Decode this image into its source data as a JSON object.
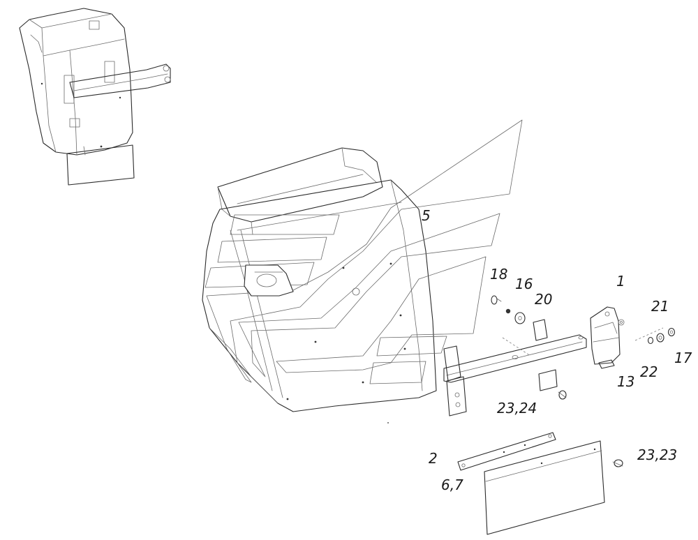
{
  "callouts": {
    "c1": "1",
    "c2": "2",
    "c5": "5",
    "c6_7": "6,7",
    "c13": "13",
    "c16": "16",
    "c17": "17",
    "c18": "18",
    "c20": "20",
    "c21": "21",
    "c22": "22",
    "c23_24": "23,24",
    "c23_23": "23,23"
  }
}
